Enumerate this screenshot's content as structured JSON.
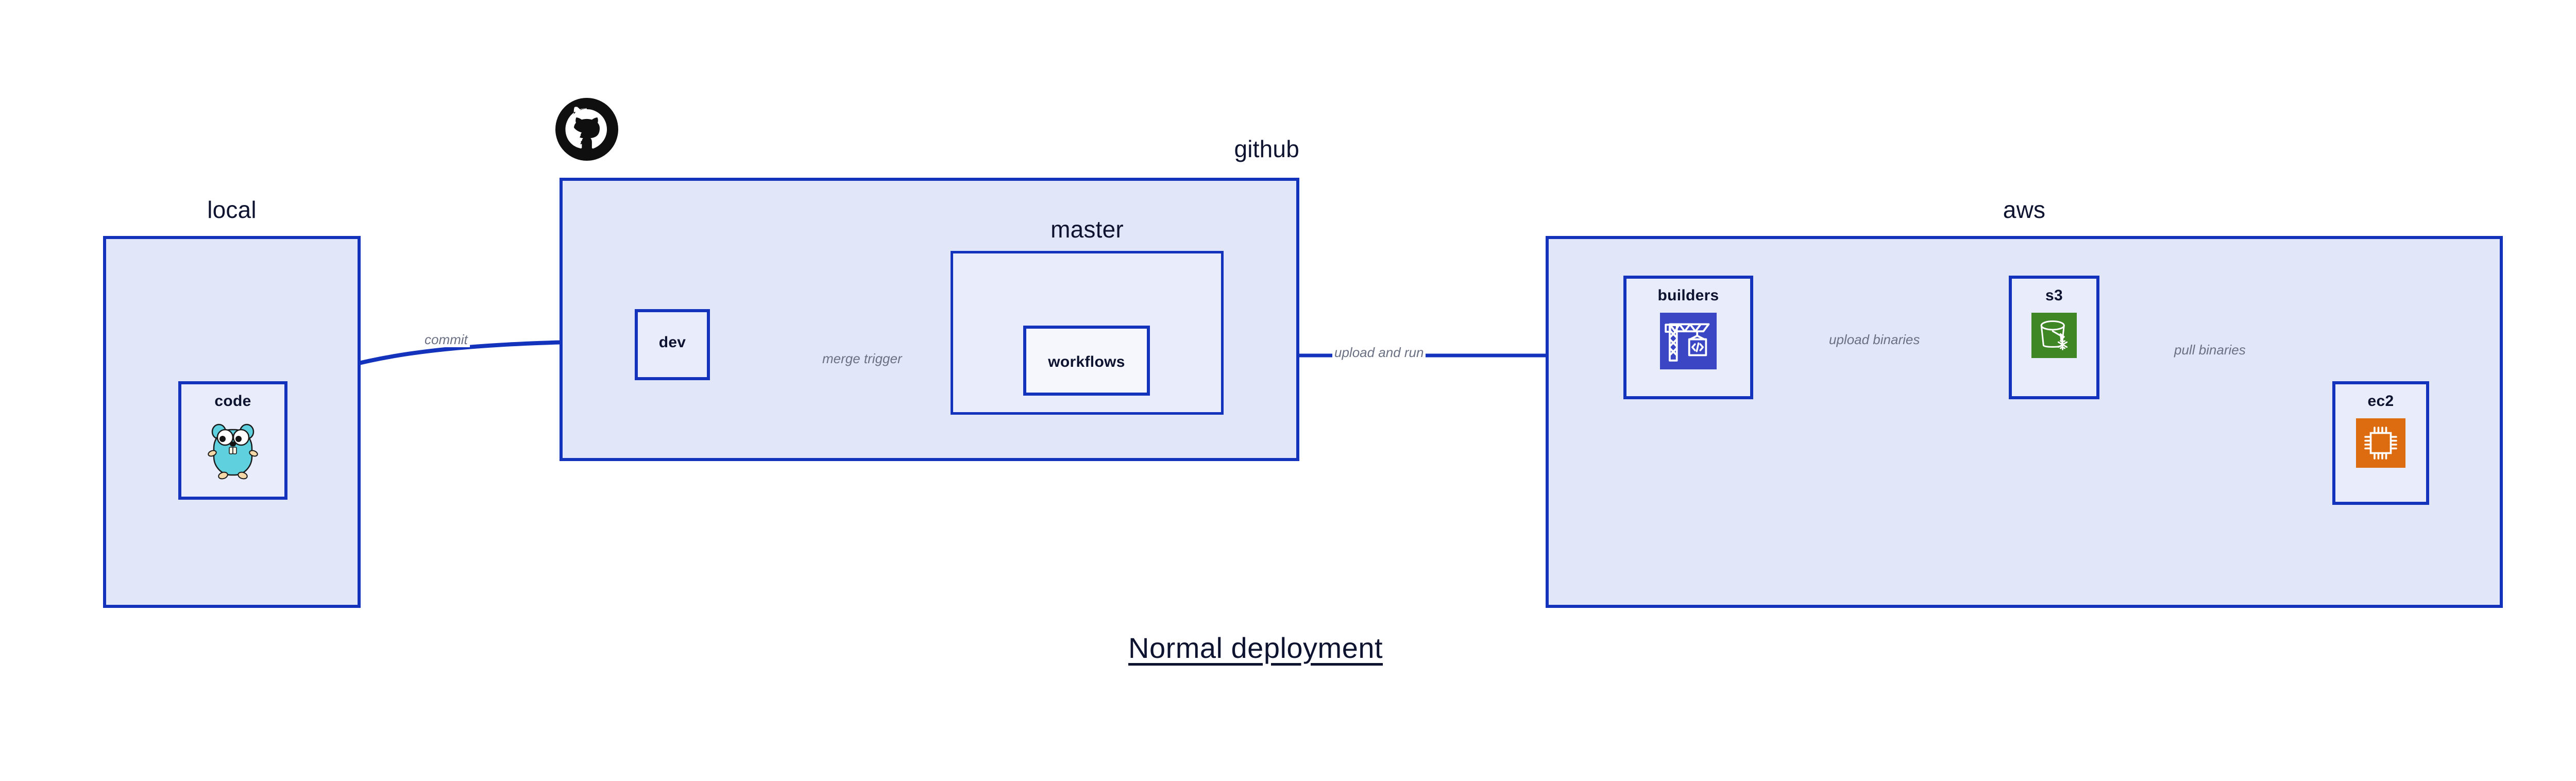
{
  "diagram": {
    "title": "Normal deployment",
    "colors": {
      "edge": "#1433bd",
      "group_border": "#1433bd",
      "group_fill": "#e1e6f9",
      "group_fill_inner": "#e8ecfb",
      "node_fill": "#e9edfb",
      "node_fill_white": "#f5f7fd",
      "label_text": "#0e1330",
      "edge_label_text": "#6b7183",
      "codebuild_icon": "#3b46c4",
      "s3_icon": "#3f8624",
      "ec2_icon": "#dd6b10",
      "gopher_body": "#5ed0de",
      "octocat": "#100f0f"
    },
    "groups": [
      {
        "id": "local",
        "label": "local",
        "label_align": "center"
      },
      {
        "id": "github",
        "label": "github",
        "label_align": "right"
      },
      {
        "id": "master",
        "label": "master",
        "label_align": "center"
      },
      {
        "id": "aws",
        "label": "aws",
        "label_align": "center"
      }
    ],
    "nodes": [
      {
        "id": "code",
        "label": "code",
        "icon": "go-gopher-icon",
        "group": "local"
      },
      {
        "id": "dev",
        "label": "dev",
        "icon": null,
        "group": "github"
      },
      {
        "id": "workflows",
        "label": "workflows",
        "icon": null,
        "group": "master"
      },
      {
        "id": "builders",
        "label": "builders",
        "icon": "aws-codebuild-icon",
        "group": "aws"
      },
      {
        "id": "s3",
        "label": "s3",
        "icon": "aws-s3-glacier-icon",
        "group": "aws"
      },
      {
        "id": "ec2",
        "label": "ec2",
        "icon": "aws-ec2-icon",
        "group": "aws"
      }
    ],
    "edges": [
      {
        "id": "commit",
        "label": "commit",
        "from": "code",
        "to": "dev"
      },
      {
        "id": "merge-trigger",
        "label": "merge trigger",
        "from": "dev",
        "to": "workflows"
      },
      {
        "id": "upload-and-run",
        "label": "upload and run",
        "from": "workflows",
        "to": "builders"
      },
      {
        "id": "upload-binaries",
        "label": "upload binaries",
        "from": "builders",
        "to": "s3"
      },
      {
        "id": "pull-binaries",
        "label": "pull binaries",
        "from": "s3",
        "to": "ec2"
      }
    ],
    "logos": [
      {
        "id": "github-octocat",
        "name": "github-octocat-icon"
      }
    ]
  }
}
